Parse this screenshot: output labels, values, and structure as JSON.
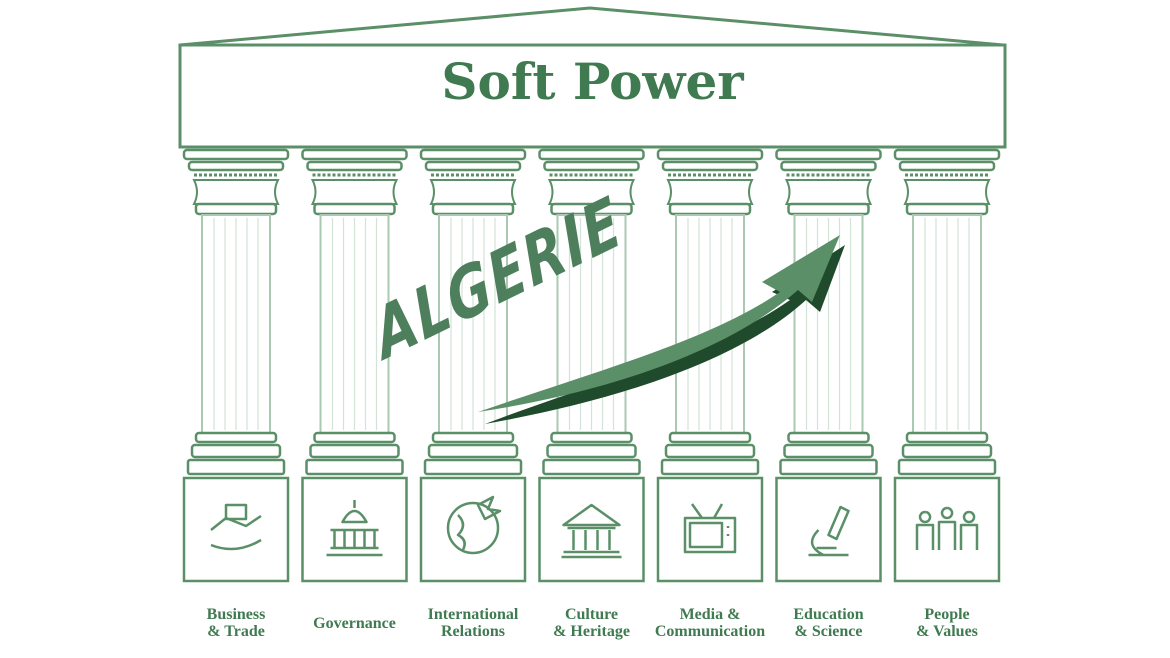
{
  "title": "Soft Power",
  "overlay_text": "ALGERIE",
  "colors": {
    "primary": "#3f7a50",
    "light": "#8fb89a",
    "arrow": "#4e7f5c",
    "arrow_shadow": "#1f4a2c"
  },
  "pillars": [
    {
      "label": "Business\n& Trade",
      "icon": "handshake-money-icon"
    },
    {
      "label": "Governance",
      "icon": "capitol-building-icon"
    },
    {
      "label": "International\nRelations",
      "icon": "globe-dove-icon"
    },
    {
      "label": "Culture\n& Heritage",
      "icon": "museum-icon"
    },
    {
      "label": "Media &\nCommunication",
      "icon": "television-icon"
    },
    {
      "label": "Education\n& Science",
      "icon": "microscope-icon"
    },
    {
      "label": "People\n& Values",
      "icon": "people-group-icon"
    }
  ]
}
